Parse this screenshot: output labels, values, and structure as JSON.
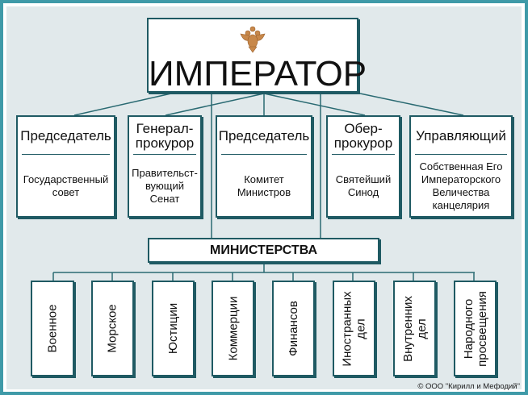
{
  "colors": {
    "frame": "#3f9aa8",
    "background": "#e1e9eb",
    "box_border": "#1f5a63",
    "eagle": "#c8884a"
  },
  "emperor": {
    "title": "ИМПЕРАТОР",
    "emblem_icon": "double-headed-eagle-icon"
  },
  "officials": [
    {
      "title": "Председатель",
      "body": "Государственный\nсовет"
    },
    {
      "title": "Генерал-\nпрокурор",
      "body": "Правительст-\nвующий\nСенат"
    },
    {
      "title": "Председатель",
      "body": "Комитет\nМинистров"
    },
    {
      "title": "Обер-\nпрокурор",
      "body": "Святейший\nСинод"
    },
    {
      "title": "Управляющий",
      "body": "Собственная Его\nИмператорского\nВеличества\nканцелярия"
    }
  ],
  "ministries": {
    "title": "МИНИСТЕРСТВА",
    "items": [
      "Военное",
      "Морское",
      "Юстиции",
      "Коммерции",
      "Финансов",
      "Иностранных\nдел",
      "Внутренних\nдел",
      "Народного\nпросвещения"
    ]
  },
  "copyright": "© ООО \"Кирилл и Мефодий\""
}
